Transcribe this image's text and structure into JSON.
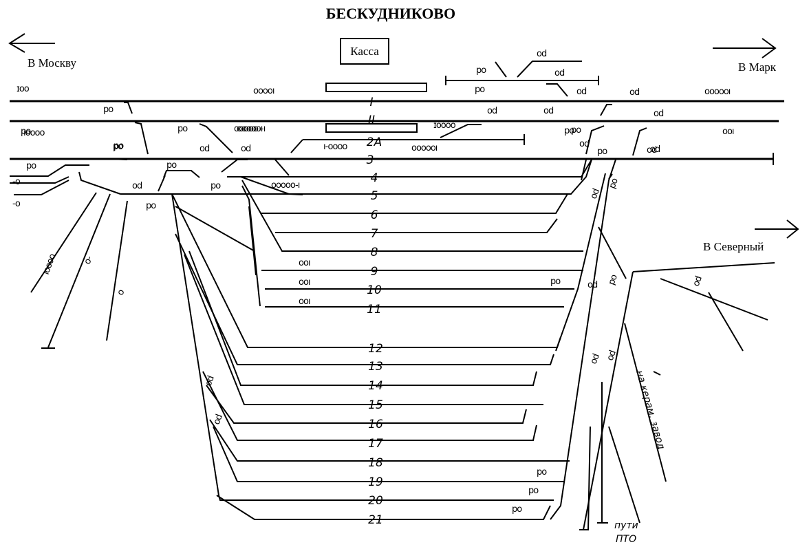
{
  "station": {
    "title": "БЕСКУДНИКОВО",
    "ticket_office": "Касса"
  },
  "directions": {
    "moscow": "В Москву",
    "mark": "В Марк",
    "severny": "В Северный"
  },
  "track_labels": [
    "I",
    "II",
    "2А",
    "3",
    "4",
    "5",
    "6",
    "7",
    "8",
    "9",
    "10",
    "11",
    "12",
    "13",
    "14",
    "15",
    "16",
    "17",
    "18",
    "19",
    "20",
    "21"
  ],
  "side_labels": {
    "factory": "на керам. завод",
    "pto_1": "пути",
    "pto_2": "ПТО"
  },
  "signals": [
    "ɪoo",
    "ooooı",
    "po",
    "ooooo-ı",
    "od",
    "od",
    "po",
    "od",
    "po",
    "od",
    "od",
    "po",
    "od",
    "oooooı",
    "po",
    "oooooı",
    "po",
    "od",
    "po",
    "od",
    "po",
    "od",
    "ɪoooo",
    "po",
    "od",
    "po",
    "od",
    "ı-oooo",
    "ıoooo",
    "ooı",
    "po",
    "po",
    "od",
    "po",
    "ooooo-ı",
    "po",
    "od",
    "ooooo-ı",
    "-o",
    "-o",
    "ooı",
    "ooı",
    "ooı",
    "po",
    "po",
    "po",
    "po",
    "od",
    "po",
    "od",
    "od",
    "po",
    "od",
    "od",
    "od",
    "ıoooo",
    "od",
    "o-",
    "o"
  ]
}
